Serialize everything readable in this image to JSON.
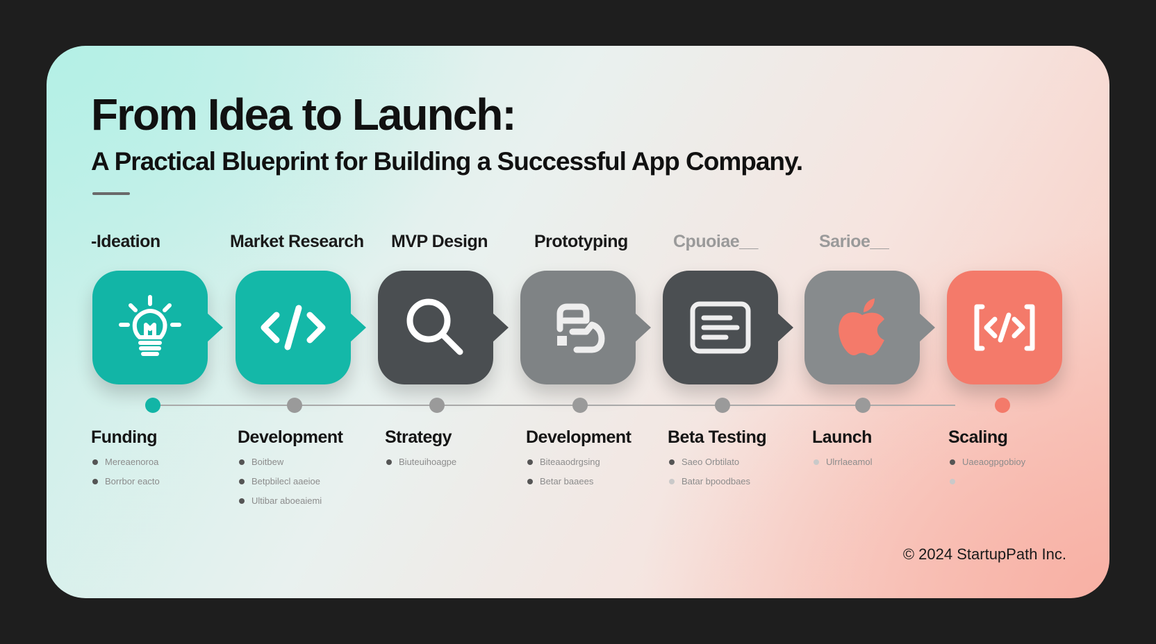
{
  "title": "From Idea to Launch:",
  "subtitle": "A Practical Blueprint for Building a Successful App Company.",
  "top_labels": [
    "-Ideation",
    "Market Research",
    "MVP Design",
    "Prototyping",
    "Cpuoiae__",
    "Sarioe__"
  ],
  "steps": [
    {
      "icon": "lightbulb-icon",
      "color": "#12b5a6",
      "dot_color": "#12b5a6",
      "label": "Funding",
      "bullets": [
        "Mereaenoroa",
        "Borrbor eacto"
      ]
    },
    {
      "icon": "code-icon",
      "color": "#14b8a8",
      "dot_color": "#9a9a9a",
      "label": "Development",
      "bullets": [
        "Boitbew",
        "Betpbilecl aaeioe",
        "Ultibar aboeaiemi"
      ]
    },
    {
      "icon": "search-icon",
      "color": "#4a4e51",
      "dot_color": "#9a9a9a",
      "label": "Strategy",
      "bullets": [
        "Biuteuihoagpe"
      ]
    },
    {
      "icon": "prototype-icon",
      "color": "#7f8385",
      "dot_color": "#9a9a9a",
      "label": "Development",
      "bullets": [
        "Biteaaodrgsing",
        "Betar baaees"
      ]
    },
    {
      "icon": "document-icon",
      "color": "#4b4f52",
      "dot_color": "#9a9a9a",
      "label": "Beta Testing",
      "bullets": [
        "Saeo Orbtilato",
        "Batar bpoodbaes"
      ]
    },
    {
      "icon": "apple-icon",
      "color": "#878b8d",
      "dot_color": "#9a9a9a",
      "label": "Launch",
      "bullets": [
        "Ulrrlaeamol"
      ]
    },
    {
      "icon": "code-brackets-icon",
      "color": "#f47a6a",
      "dot_color": "#f47a6a",
      "label": "Scaling",
      "bullets": [
        "Uaeaogpgobioy",
        ""
      ]
    }
  ],
  "copyright": "© 2024 StartupPath Inc."
}
